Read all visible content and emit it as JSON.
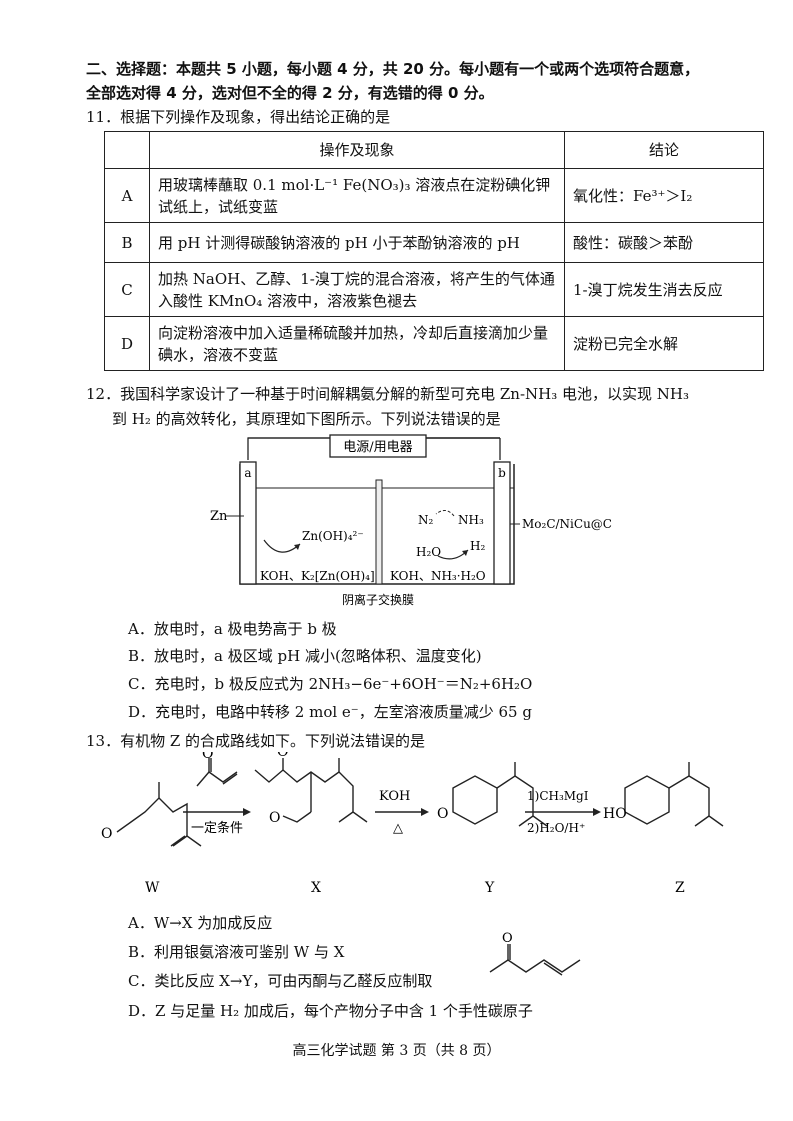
{
  "section_header": {
    "line1": "二、选择题：本题共 5 小题，每小题 4 分，共 20 分。每小题有一个或两个选项符合题意，",
    "line2": "全部选对得 4 分，选对但不全的得 2 分，有选错的得 0 分。"
  },
  "q11": {
    "stem": "11．根据下列操作及现象，得出结论正确的是",
    "headers": [
      "",
      "操作及现象",
      "结论"
    ],
    "rows": [
      {
        "letter": "A",
        "op": "用玻璃棒蘸取 0.1 mol·L⁻¹ Fe(NO₃)₃ 溶液点在淀粉碘化钾试纸上，试纸变蓝",
        "conclusion": "氧化性：Fe³⁺＞I₂"
      },
      {
        "letter": "B",
        "op": "用 pH 计测得碳酸钠溶液的 pH 小于苯酚钠溶液的 pH",
        "conclusion": "酸性：碳酸＞苯酚"
      },
      {
        "letter": "C",
        "op": "加热 NaOH、乙醇、1-溴丁烷的混合溶液，将产生的气体通入酸性 KMnO₄ 溶液中，溶液紫色褪去",
        "conclusion": "1-溴丁烷发生消去反应"
      },
      {
        "letter": "D",
        "op": "向淀粉溶液中加入适量稀硫酸并加热，冷却后直接滴加少量碘水，溶液不变蓝",
        "conclusion": "淀粉已完全水解"
      }
    ]
  },
  "q12": {
    "stem_line1": "12．我国科学家设计了一种基于时间解耦氨分解的新型可充电 Zn-NH₃ 电池，以实现 NH₃",
    "stem_line2": "到 H₂ 的高效转化，其原理如下图所示。下列说法错误的是",
    "diagram": {
      "power_label": "电源/用电器",
      "electrode_a": "a",
      "electrode_b": "b",
      "zn_label": "Zn",
      "right_label": "Mo₂C/NiCu@C",
      "left_species": "Zn(OH)₄²⁻",
      "right_n2": "N₂",
      "right_nh3": "NH₃",
      "right_h2o": "H₂O",
      "right_h2": "H₂",
      "left_solution": "KOH、K₂[Zn(OH)₄]",
      "right_solution": "KOH、NH₃·H₂O",
      "membrane_label": "阴离子交换膜"
    },
    "options": [
      "A．放电时，a 极电势高于 b 极",
      "B．放电时，a 极区域 pH 减小(忽略体积、温度变化)",
      "C．充电时，b 极反应式为 2NH₃−6e⁻+6OH⁻＝N₂+6H₂O",
      "D．充电时，电路中转移 2 mol e⁻，左室溶液质量减少 65 g"
    ]
  },
  "q13": {
    "stem": "13．有机物 Z 的合成路线如下。下列说法错误的是",
    "scheme": {
      "cond1": "一定条件",
      "cond2_top": "KOH",
      "cond2_bottom": "△",
      "cond3_top": "1)CH₃MgI",
      "cond3_bottom": "2)H₂O/H⁺",
      "label_W": "W",
      "label_X": "X",
      "label_Y": "Y",
      "label_Z": "Z",
      "O1": "O",
      "O2": "O",
      "O3": "O",
      "O4": "O",
      "O5": "O",
      "HO": "HO",
      "O6": "O"
    },
    "options": [
      "A．W→X 为加成反应",
      "B．利用银氨溶液可鉴别 W 与 X",
      "C．类比反应 X→Y，可由丙酮与乙醛反应制取",
      "D．Z 与足量 H₂ 加成后，每个产物分子中含 1 个手性碳原子"
    ]
  },
  "footer": "高三化学试题 第 3 页（共 8 页）"
}
